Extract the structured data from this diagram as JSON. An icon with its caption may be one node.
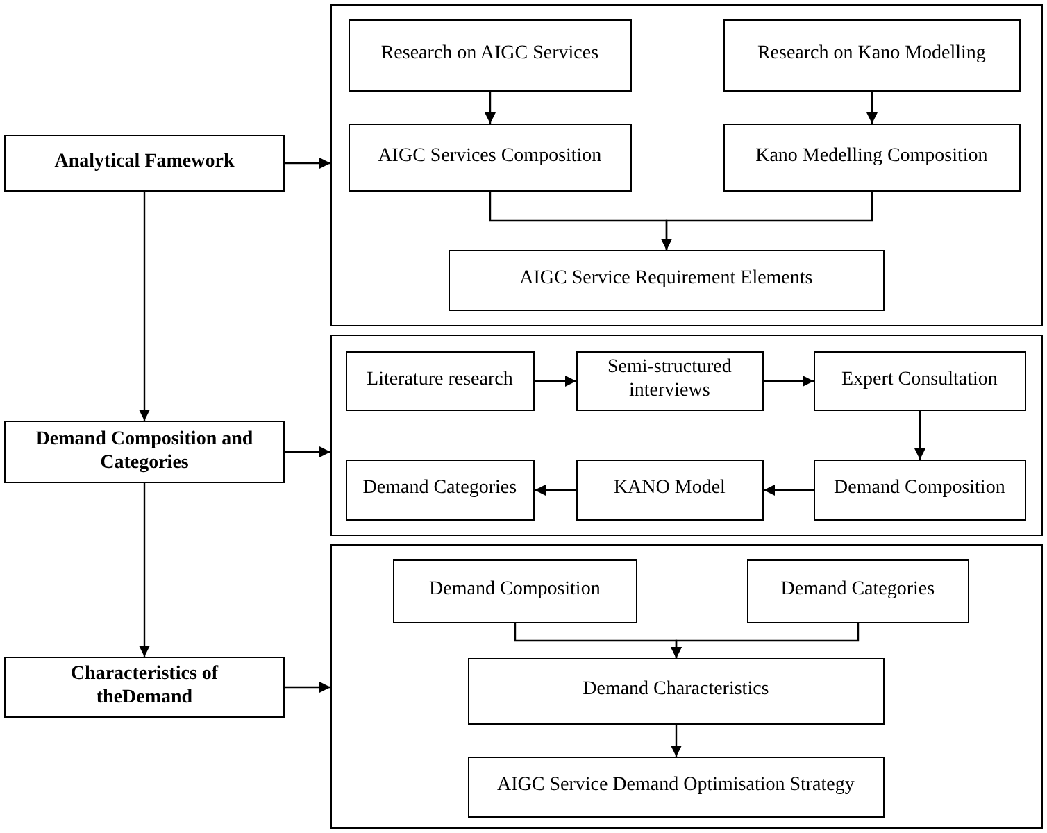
{
  "diagram": {
    "nodes": [
      {
        "text": [
          "Analytical Famework"
        ]
      },
      {
        "text": [],
        "shape": "box"
      },
      {
        "text": [
          "Research on AIGC Services"
        ],
        "in": 1
      },
      {
        "text": [
          "Research on Kano Modelling"
        ],
        "in": 1
      },
      {
        "text": [
          "AIGC Services Composition"
        ],
        "in": 1
      },
      {
        "text": [
          "Kano Medelling Composition"
        ],
        "in": 1
      },
      {
        "text": [
          "AIGC Service Requirement Elements"
        ],
        "in": 1
      },
      {
        "text": [
          "Demand Composition and Categories"
        ]
      },
      {
        "text": [],
        "shape": "box"
      },
      {
        "text": [
          "Literature research"
        ],
        "in": 8
      },
      {
        "text": [
          "Semi-structured interviews"
        ],
        "in": 8
      },
      {
        "text": [
          "Expert Consultation"
        ],
        "in": 8
      },
      {
        "text": [
          "Demand Categories"
        ],
        "in": 8
      },
      {
        "text": [
          "KANO Model"
        ],
        "in": 8
      },
      {
        "text": [
          "Demand Composition"
        ],
        "in": 8
      },
      {
        "text": [
          "Characteristics of theDemand"
        ]
      },
      {
        "text": [],
        "shape": "box"
      },
      {
        "text": [
          "Demand Composition"
        ],
        "in": 16
      },
      {
        "text": [
          "Demand Categories"
        ],
        "in": 16
      },
      {
        "text": [
          "Demand Characteristics"
        ],
        "in": 16
      },
      {
        "text": [
          "AIGC Service Demand Optimisation Strategy"
        ],
        "in": 16
      }
    ],
    "edges": [
      {
        "from": 0,
        "to": 1,
        "arrow": "to"
      },
      {
        "from": 0,
        "to": 7,
        "arrow": "to"
      },
      {
        "from": 7,
        "to": 8,
        "arrow": "to"
      },
      {
        "from": 7,
        "to": 15,
        "arrow": "to"
      },
      {
        "from": 15,
        "to": 16,
        "arrow": "to"
      },
      {
        "from": 2,
        "to": 4,
        "arrow": "to"
      },
      {
        "from": 3,
        "to": 5,
        "arrow": "to"
      },
      {
        "from": 4,
        "to": 6,
        "arrow": "to"
      },
      {
        "from": 5,
        "to": 6,
        "arrow": "to"
      },
      {
        "from": 9,
        "to": 10,
        "arrow": "to"
      },
      {
        "from": 10,
        "to": 11,
        "arrow": "to"
      },
      {
        "from": 11,
        "to": 14,
        "arrow": "to"
      },
      {
        "from": 14,
        "to": 13,
        "arrow": "to"
      },
      {
        "from": 13,
        "to": 12,
        "arrow": "to"
      },
      {
        "from": 17,
        "to": 19,
        "arrow": "to"
      },
      {
        "from": 18,
        "to": 19,
        "arrow": "to"
      },
      {
        "from": 19,
        "to": 20,
        "arrow": "to"
      }
    ]
  }
}
